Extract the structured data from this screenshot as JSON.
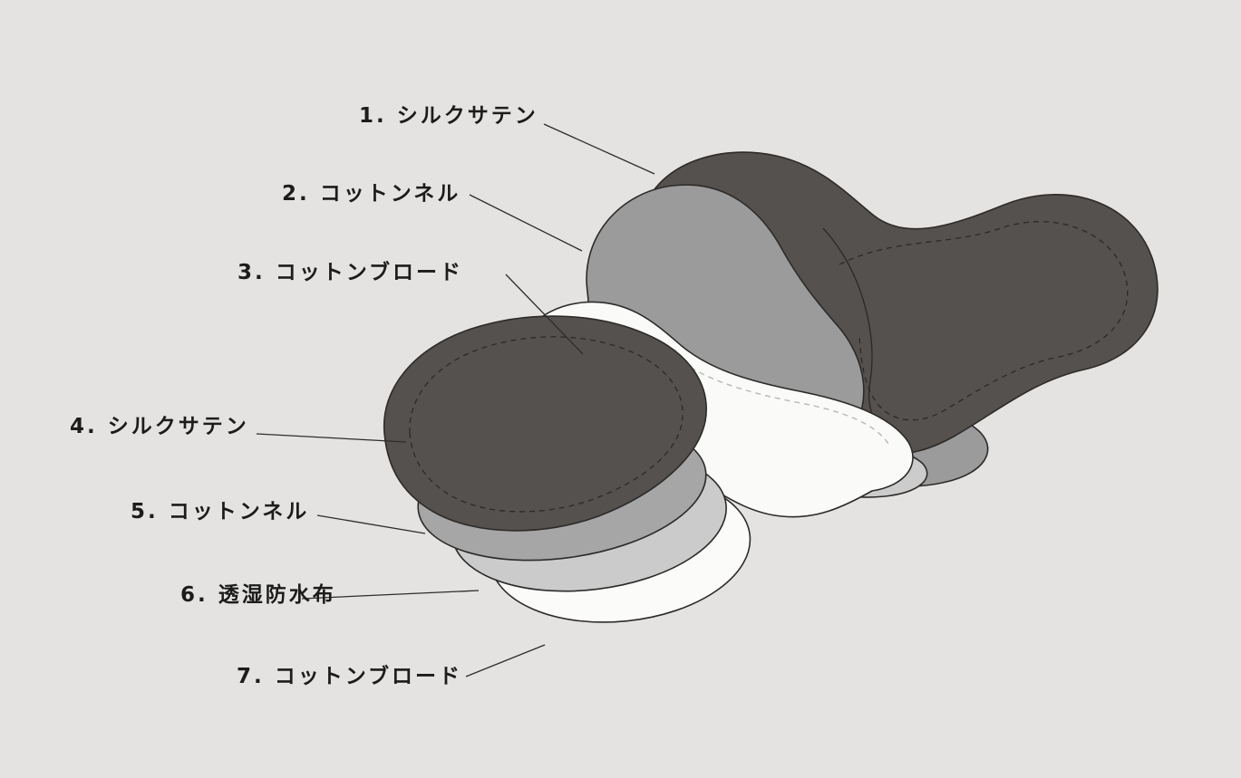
{
  "background_color": "#e4e3e1",
  "diagram": {
    "type": "exploded-layer-diagram",
    "line_color": "#2e2d2c",
    "labels": [
      {
        "label": "1. シルクサテン"
      },
      {
        "label": "2. コットンネル"
      },
      {
        "label": "3. コットンブロード"
      },
      {
        "label": "4. シルクサテン"
      },
      {
        "label": "5. コットンネル"
      },
      {
        "label": "6. 透湿防水布"
      },
      {
        "label": "7. コットンブロード"
      }
    ],
    "layers": [
      {
        "name": "silk-satin-top",
        "color": "#55514e"
      },
      {
        "name": "cotton-flannel-top",
        "color": "#9b9b9b"
      },
      {
        "name": "cotton-broadcloth-top",
        "color": "#fafaf8"
      },
      {
        "name": "silk-satin-bottom",
        "color": "#55514e"
      },
      {
        "name": "cotton-flannel-bottom",
        "color": "#a6a6a6"
      },
      {
        "name": "waterproof-layer",
        "color": "#cbcbcb"
      },
      {
        "name": "cotton-broadcloth-bottom",
        "color": "#fbfbf9"
      },
      {
        "name": "side-sliver-gray",
        "color": "#9b9b9b"
      },
      {
        "name": "side-sliver-light",
        "color": "#cccccc"
      }
    ]
  }
}
